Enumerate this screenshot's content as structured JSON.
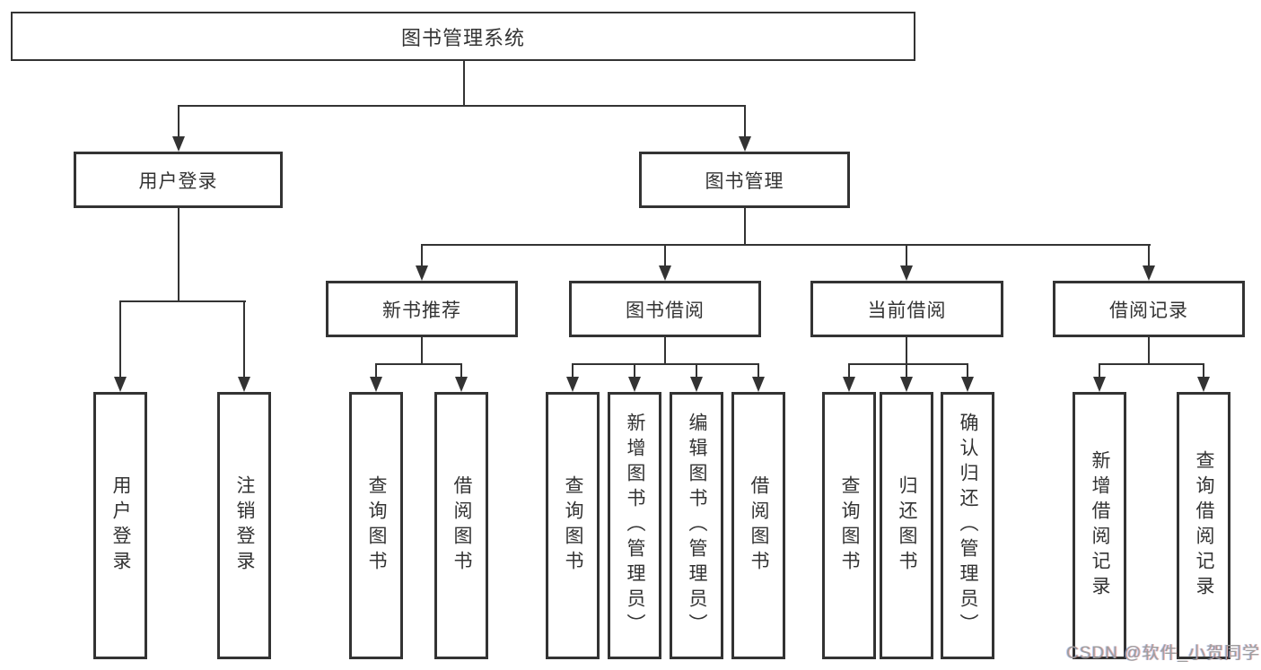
{
  "diagram": {
    "title": "图书管理系统",
    "level2": [
      {
        "label": "用户登录"
      },
      {
        "label": "图书管理"
      }
    ],
    "level3": [
      {
        "label": "新书推荐"
      },
      {
        "label": "图书借阅"
      },
      {
        "label": "当前借阅"
      },
      {
        "label": "借阅记录"
      }
    ],
    "leaves": {
      "login": [
        "用户登录",
        "注销登录"
      ],
      "recommend": [
        "查询图书",
        "借阅图书"
      ],
      "borrow": [
        "查询图书",
        "新增图书（管理员）",
        "编辑图书（管理员）",
        "借阅图书"
      ],
      "current": [
        "查询图书",
        "归还图书",
        "确认归还（管理员）"
      ],
      "records": [
        "新增借阅记录",
        "查询借阅记录"
      ]
    },
    "colors": {
      "line": "#333333",
      "text": "#333333",
      "background": "#ffffff"
    }
  },
  "watermark": {
    "text": "CSDN @软件_小贺同学",
    "color": "#9e9e9e"
  }
}
